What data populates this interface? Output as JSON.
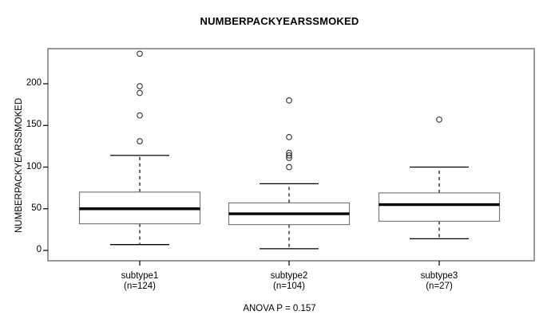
{
  "chart_data": {
    "type": "box",
    "title": "NUMBERPACKYEARSSMOKED",
    "ylabel": "NUMBERPACKYEARSSMOKED",
    "xlabel": "",
    "footer": "ANOVA P = 0.157",
    "ylim": [
      -5,
      245
    ],
    "yticks": [
      0,
      50,
      100,
      150,
      200
    ],
    "ytick_labels": [
      "0",
      "50",
      "100",
      "150",
      "200"
    ],
    "grid": false,
    "legend": false,
    "categories": [
      "subtype1",
      "subtype2",
      "subtype3"
    ],
    "category_counts": [
      "(n=124)",
      "(n=104)",
      "(n=27)"
    ],
    "boxes": [
      {
        "name": "subtype1",
        "label": "subtype1",
        "count_label": "(n=124)",
        "n": 124,
        "whisker_low": 7,
        "q1": 32,
        "median": 50,
        "q3": 70,
        "whisker_high": 114,
        "outliers": [
          236,
          197,
          189,
          162,
          131
        ]
      },
      {
        "name": "subtype2",
        "label": "subtype2",
        "count_label": "(n=104)",
        "n": 104,
        "whisker_low": 2,
        "q1": 31,
        "median": 44,
        "q3": 57,
        "whisker_high": 80,
        "outliers": [
          180,
          136,
          117,
          114,
          111,
          100
        ]
      },
      {
        "name": "subtype3",
        "label": "subtype3",
        "count_label": "(n=27)",
        "n": 27,
        "whisker_low": 14,
        "q1": 35,
        "median": 55,
        "q3": 69,
        "whisker_high": 100,
        "outliers": [
          157
        ]
      }
    ],
    "colors": {
      "frame": "#6e6e6e",
      "box_border": "#7a7a7a",
      "box_fill": "#ffffff",
      "median": "#000000",
      "whisker": "#000000",
      "outlier": "#333333",
      "text": "#000000"
    }
  }
}
